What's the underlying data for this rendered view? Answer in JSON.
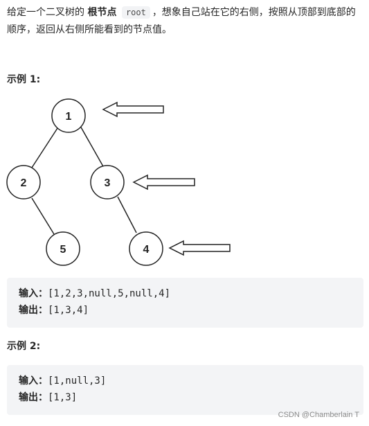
{
  "description": {
    "part1": "给定一个二叉树的",
    "bold": "根节点",
    "code": "root",
    "part2": "，想象自己站在它的右侧，按照从顶部到底部的顺序，返回从右侧所能看到的节点值。"
  },
  "example1": {
    "title": "示例 1:",
    "tree_nodes": [
      "1",
      "2",
      "3",
      "5",
      "4"
    ],
    "input_label": "输入：",
    "input_value": "[1,2,3,null,5,null,4]",
    "output_label": "输出：",
    "output_value": "[1,3,4]"
  },
  "example2": {
    "title": "示例 2:",
    "input_label": "输入：",
    "input_value": "[1,null,3]",
    "output_label": "输出：",
    "output_value": "[1,3]"
  },
  "watermark": "CSDN @Chamberlain T"
}
